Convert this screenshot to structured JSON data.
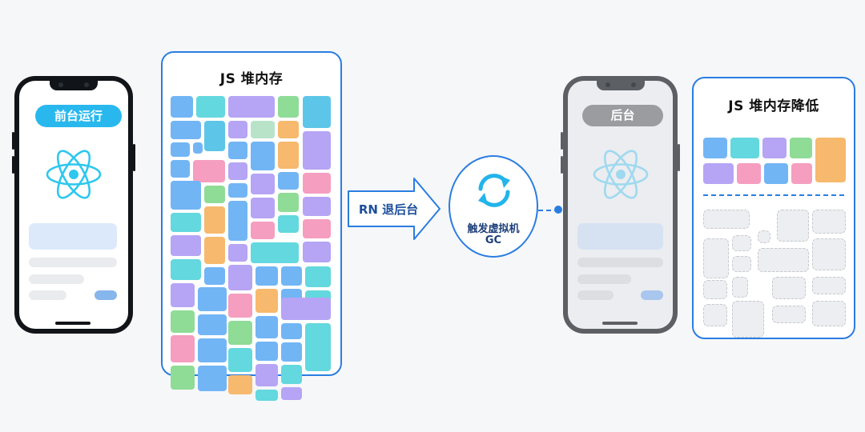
{
  "phone_foreground": {
    "status_label": "前台运行"
  },
  "heap_panel": {
    "title": "JS 堆内存"
  },
  "transition": {
    "label": "RN 退后台"
  },
  "gc": {
    "line1": "触发虚拟机",
    "line2": "GC"
  },
  "phone_background": {
    "status_label": "后台"
  },
  "heap_reduced_panel": {
    "title": "JS 堆内存降低"
  },
  "colors": {
    "accent_blue": "#2a7de1",
    "react_cyan": "#2ec7ef",
    "block_palette": [
      "#72b5f5",
      "#63d8de",
      "#b6a4f5",
      "#8fdc96",
      "#f7b96d",
      "#f59ec0",
      "#b9e3c9",
      "#5dc6e8"
    ]
  }
}
